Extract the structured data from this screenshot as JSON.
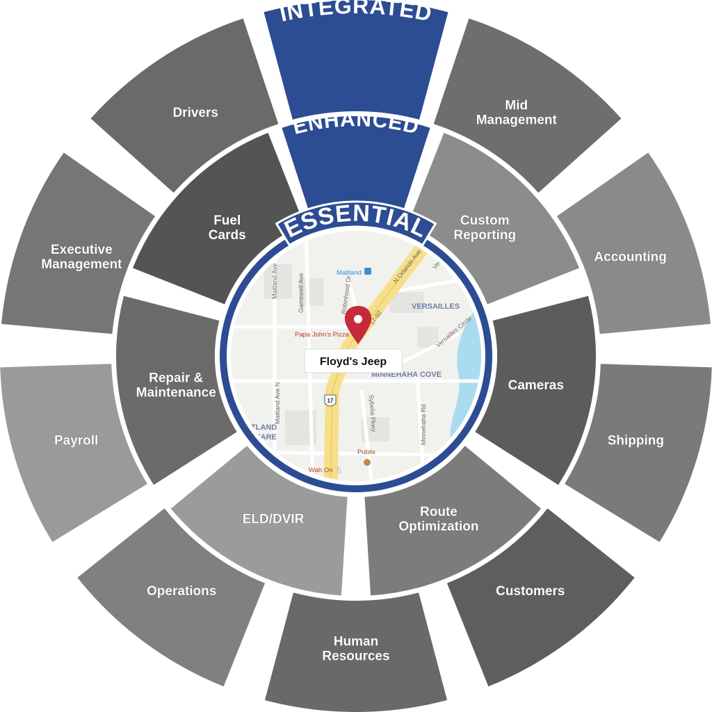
{
  "tiers": {
    "outer": "INTEGRATED",
    "middle": "ENHANCED",
    "inner": "ESSENTIAL"
  },
  "outer_segments": [
    {
      "lines": [
        "Mid",
        "Management"
      ]
    },
    {
      "lines": [
        "Accounting"
      ]
    },
    {
      "lines": [
        "Shipping"
      ]
    },
    {
      "lines": [
        "Customers"
      ]
    },
    {
      "lines": [
        "Human",
        "Resources"
      ]
    },
    {
      "lines": [
        "Operations"
      ]
    },
    {
      "lines": [
        "Payroll"
      ]
    },
    {
      "lines": [
        "Executive",
        "Management"
      ]
    },
    {
      "lines": [
        "Drivers"
      ]
    }
  ],
  "middle_segments": [
    {
      "lines": [
        "Custom",
        "Reporting"
      ]
    },
    {
      "lines": [
        "Cameras"
      ]
    },
    {
      "lines": [
        "Route",
        "Optimization"
      ]
    },
    {
      "lines": [
        "ELD/DVIR"
      ]
    },
    {
      "lines": [
        "Repair &",
        "Maintenance"
      ]
    },
    {
      "lines": [
        "Fuel",
        "Cards"
      ]
    }
  ],
  "map": {
    "location_label": "Floyd's Jeep",
    "areas": [
      "VERSAILLES",
      "MINNEHAHA COVE",
      "AITLAND",
      "QUARE"
    ],
    "streets": [
      "N Orlando Ave",
      "17-92",
      "Versailles Dr",
      "Maitland Ave",
      "Gamewell Ave",
      "Robinhood Dr",
      "Maitland Ave N",
      "Sybelia Pkwy",
      "Minnehaha Rd",
      "Versailles Circle"
    ],
    "route_shield": "17",
    "pois": {
      "station": "Maitland",
      "pizza": "Papa John's Pizza",
      "grocery": "Publix",
      "restaurant": "Wah On"
    }
  },
  "colors": {
    "tier_blue": "#2c4c93",
    "ring_gap": "#ffffff",
    "road_yellow": "#f7df8a",
    "water": "#a9dcef",
    "pin_red": "#c62a3a"
  }
}
